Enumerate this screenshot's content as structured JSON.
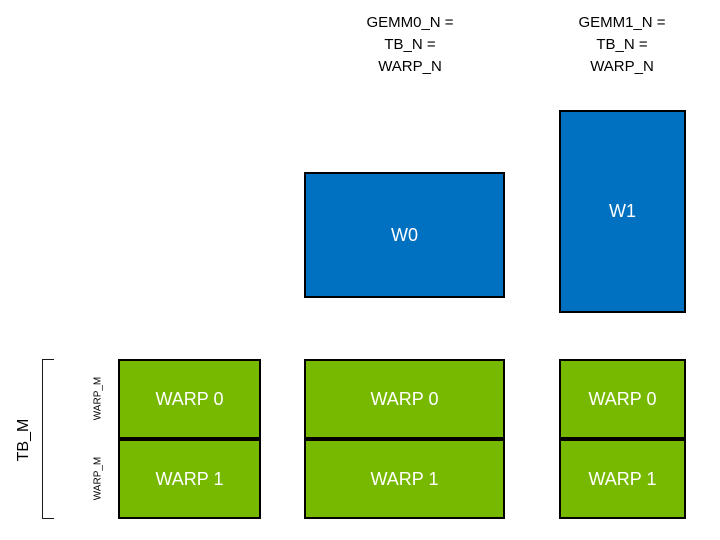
{
  "colors": {
    "blue": "#0070C0",
    "green": "#76B900",
    "border": "#000000",
    "box_text": "#FFFFFF",
    "label_text": "#000000"
  },
  "top_labels": [
    {
      "lines": [
        "GEMM0_N =",
        "TB_N =",
        "WARP_N"
      ]
    },
    {
      "lines": [
        "GEMM1_N =",
        "TB_N =",
        "WARP_N"
      ]
    }
  ],
  "blue_boxes": [
    {
      "label": "W0"
    },
    {
      "label": "W1"
    }
  ],
  "warp_grid": {
    "columns": [
      {
        "rows": [
          "WARP 0",
          "WARP 1"
        ]
      },
      {
        "rows": [
          "WARP 0",
          "WARP 1"
        ]
      },
      {
        "rows": [
          "WARP 0",
          "WARP 1"
        ]
      }
    ]
  },
  "side_labels": {
    "tb_m": "TB_M",
    "warp_m_top": "WARP_M",
    "warp_m_bottom": "WARP_M"
  }
}
